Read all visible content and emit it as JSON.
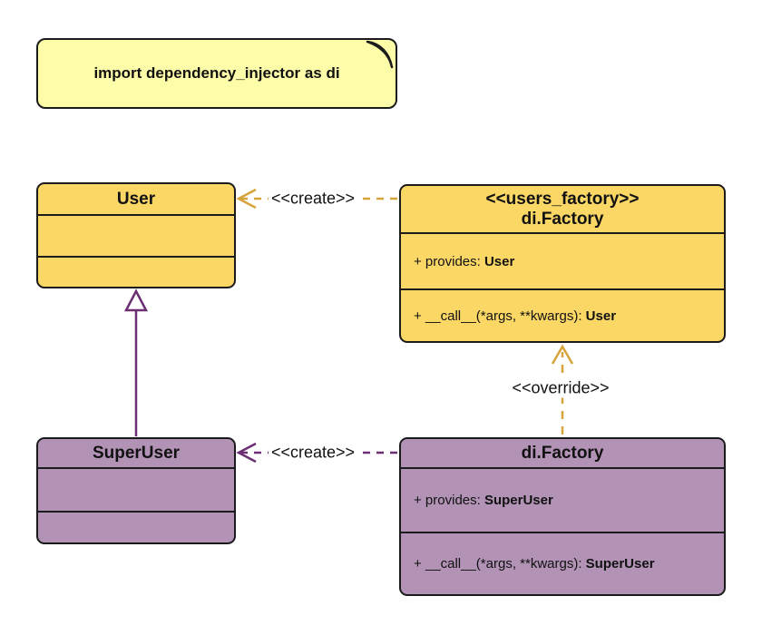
{
  "note": {
    "text": "import dependency_injector as di"
  },
  "classes": {
    "user": {
      "title": "User"
    },
    "users_factory": {
      "stereotype": "<<users_factory>>",
      "title": "di.Factory",
      "provides_label": "+ provides: ",
      "provides_type": "User",
      "call_label": "+ __call__(*args, **kwargs): ",
      "call_type": "User"
    },
    "super_user": {
      "title": "SuperUser"
    },
    "super_user_factory": {
      "title": "di.Factory",
      "provides_label": "+ provides: ",
      "provides_type": "SuperUser",
      "call_label": "+ __call__(*args, **kwargs): ",
      "call_type": "SuperUser"
    }
  },
  "edges": {
    "create_user": {
      "label": "<<create>>"
    },
    "create_super_user": {
      "label": "<<create>>"
    },
    "override": {
      "label": "<<override>>"
    }
  },
  "colors": {
    "class_yellow_fill": "#FBD765",
    "class_purple_fill": "#B293B6",
    "note_fill": "#FDFCA8",
    "gold_edge": "#D7A43C",
    "purple_edge": "#6B2E72",
    "border": "#1B1B1B"
  }
}
